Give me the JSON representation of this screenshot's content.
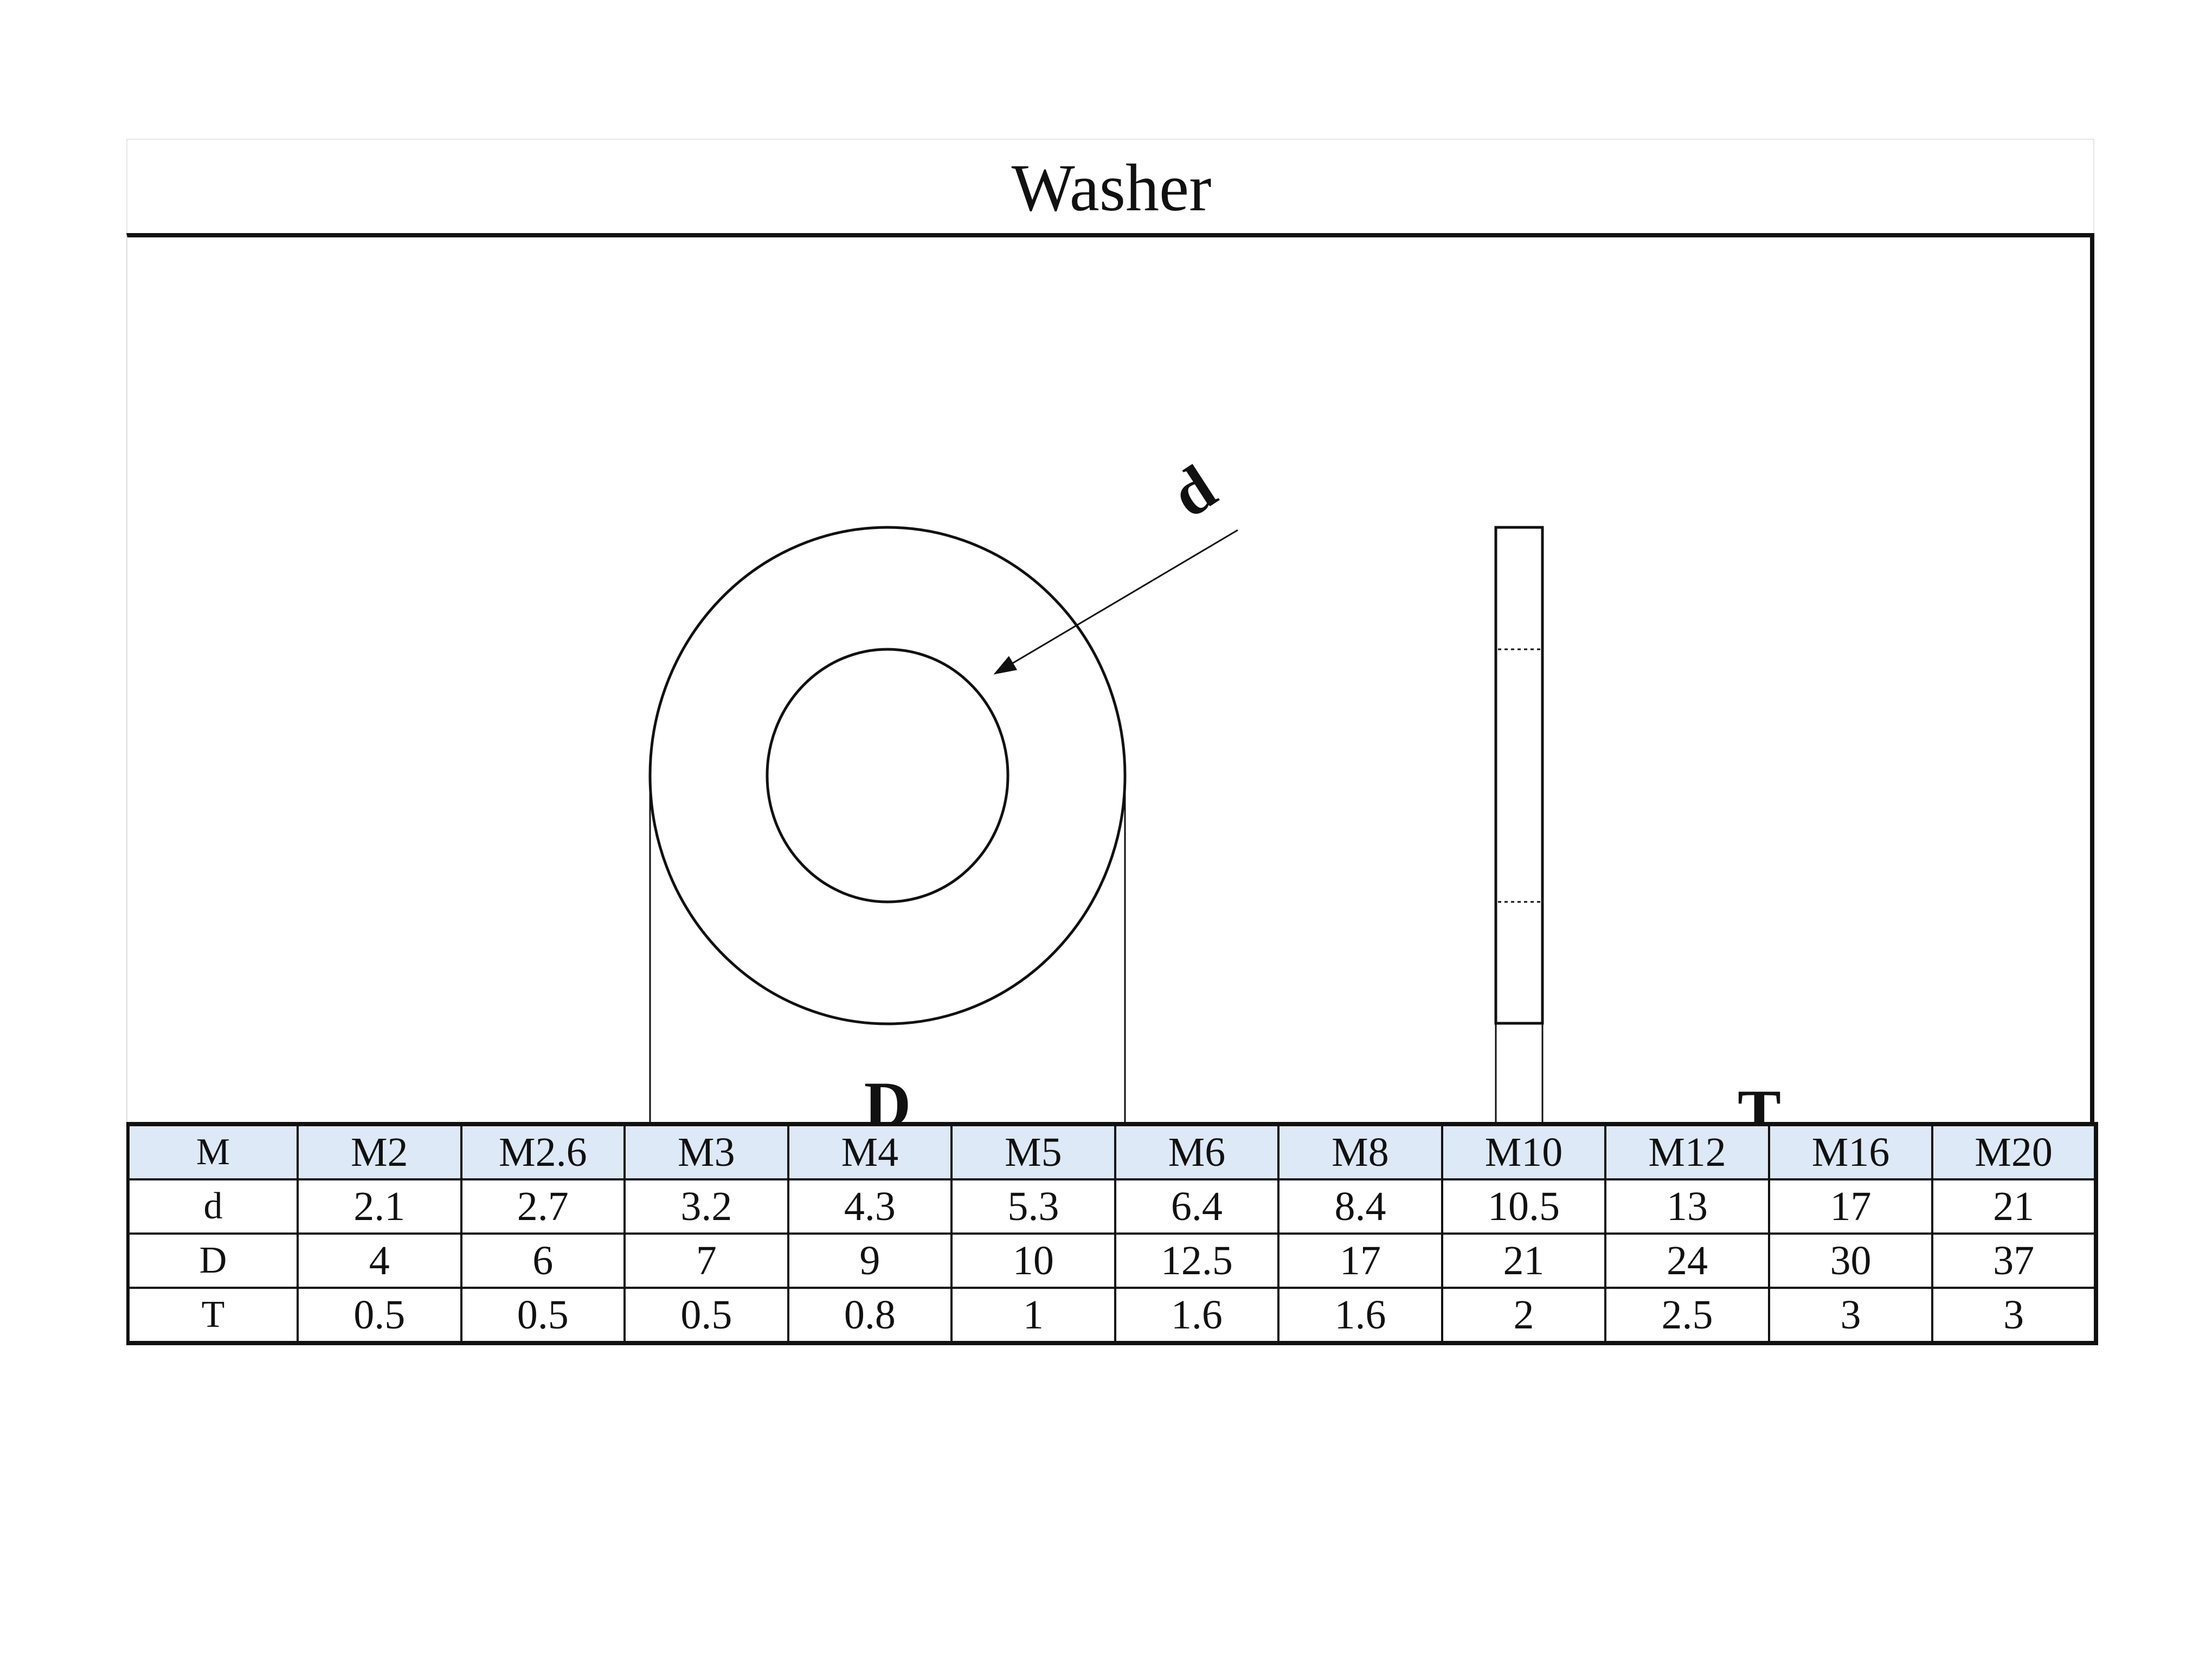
{
  "title": "Washer",
  "labels": {
    "inner_diameter": "d",
    "outer_diameter": "D",
    "thickness": "T"
  },
  "table": {
    "header": [
      "M",
      "M2",
      "M2.6",
      "M3",
      "M4",
      "M5",
      "M6",
      "M8",
      "M10",
      "M12",
      "M16",
      "M20"
    ],
    "rows": [
      [
        "d",
        "2.1",
        "2.7",
        "3.2",
        "4.3",
        "5.3",
        "6.4",
        "8.4",
        "10.5",
        "13",
        "17",
        "21"
      ],
      [
        "D",
        "4",
        "6",
        "7",
        "9",
        "10",
        "12.5",
        "17",
        "21",
        "24",
        "30",
        "37"
      ],
      [
        "T",
        "0.5",
        "0.5",
        "0.5",
        "0.8",
        "1",
        "1.6",
        "1.6",
        "2",
        "2.5",
        "3",
        "3"
      ]
    ]
  },
  "colors": {
    "line": "#111111",
    "header_fill": "#dde9f6"
  }
}
